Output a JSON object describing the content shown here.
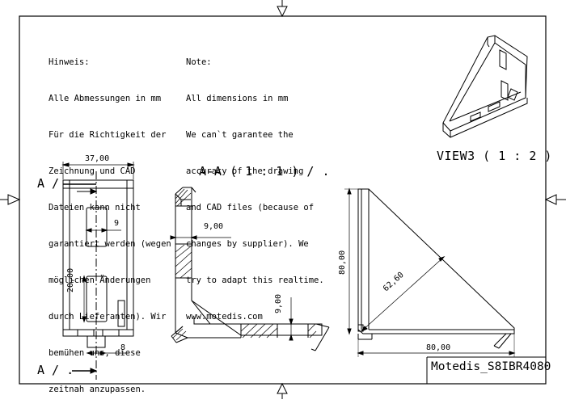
{
  "notes": {
    "de_title": "Hinweis:",
    "de_lines": [
      "Alle Abmessungen in mm",
      "Für die Richtigkeit der",
      "Zeichnung und CAD",
      "Dateien kann nicht",
      "garantiert werden (wegen",
      "möglichen Änderungen",
      "durch Lieferanten). Wir",
      "bemühen uns, diese",
      "zeitnah anzupassen."
    ],
    "en_title": "Note:",
    "en_lines": [
      "All dimensions in mm",
      "We can`t garantee the",
      "accuracy of the drawing",
      "and CAD files (because of",
      "changes by supplier). We",
      "try to adapt this realtime.",
      "www.motedis.com"
    ]
  },
  "views": {
    "view3_label": "VIEW3 ( 1 : 2 )",
    "section_label": "A-A ( 1 : 1 ) / .",
    "section_mark_top": "A /",
    "section_mark_bottom": "A / ."
  },
  "dimensions": {
    "front_width": "37,00",
    "slot_width": "9",
    "slot_height": "20,00",
    "tab_width": "8",
    "section_top": "9,00",
    "section_bottom": "9,00",
    "side_height": "80,00",
    "side_diagonal": "62,60",
    "side_width": "80,00"
  },
  "title_block": {
    "part_name": "Motedis_S8IBR4080"
  }
}
